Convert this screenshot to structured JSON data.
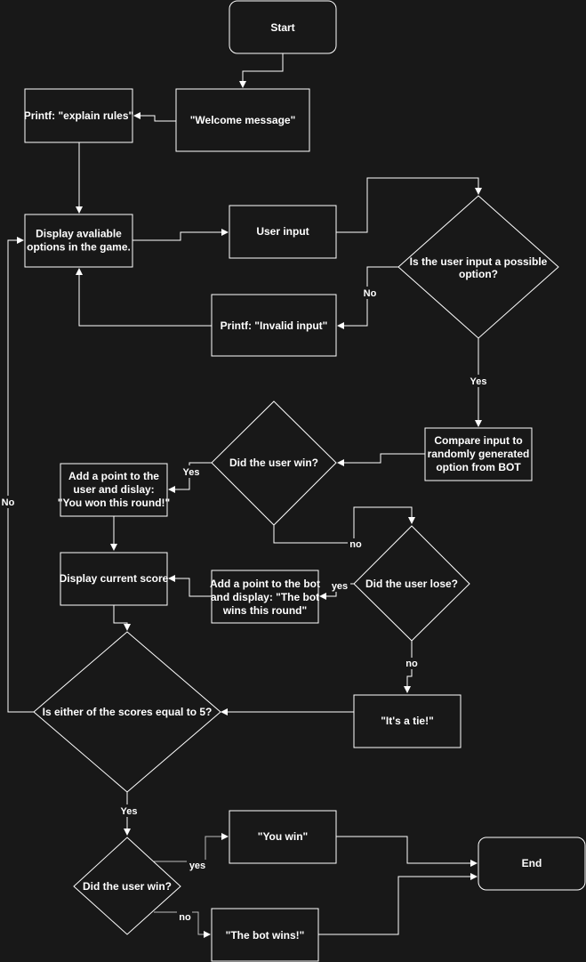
{
  "colors": {
    "background": "#181818",
    "stroke": "#ffffff",
    "text": "#ffffff"
  },
  "nodes": {
    "start": [
      "Start"
    ],
    "welcome": [
      "\"Welcome message\""
    ],
    "explain": [
      "Printf: \"explain rules\""
    ],
    "display_options": [
      "Display avaliable",
      "options in the game."
    ],
    "user_input": [
      "User input"
    ],
    "possible": [
      "Is the user input a possible",
      "option?"
    ],
    "invalid": [
      "Printf: \"Invalid input\""
    ],
    "compare": [
      "Compare input to",
      "randomly generated",
      "option from BOT"
    ],
    "did_win": [
      "Did the user win?"
    ],
    "add_user": [
      "Add a point to the",
      "user and dislay:",
      "\"You won this round!\""
    ],
    "display_score": [
      "Display current score"
    ],
    "add_bot": [
      "Add a point to the bot",
      "and display: \"The bot",
      "wins this round\""
    ],
    "did_lose": [
      "Did the user lose?"
    ],
    "tie": [
      "\"It's a tie!\""
    ],
    "scores5": [
      "Is either of the scores equal to 5?"
    ],
    "did_win_final": [
      "Did the user win?"
    ],
    "you_win": [
      "\"You win\""
    ],
    "bot_wins": [
      "\"The bot wins!\""
    ],
    "end": [
      "End"
    ]
  },
  "edge_labels": {
    "no_invalid": "No",
    "yes_compare": "Yes",
    "yes_add_user": "Yes",
    "no_to_lose": "no",
    "yes_add_bot": "yes",
    "no_tie": "no",
    "no_loop": "No",
    "yes_final": "Yes",
    "yes_you_win": "yes",
    "no_bot_wins": "no"
  }
}
